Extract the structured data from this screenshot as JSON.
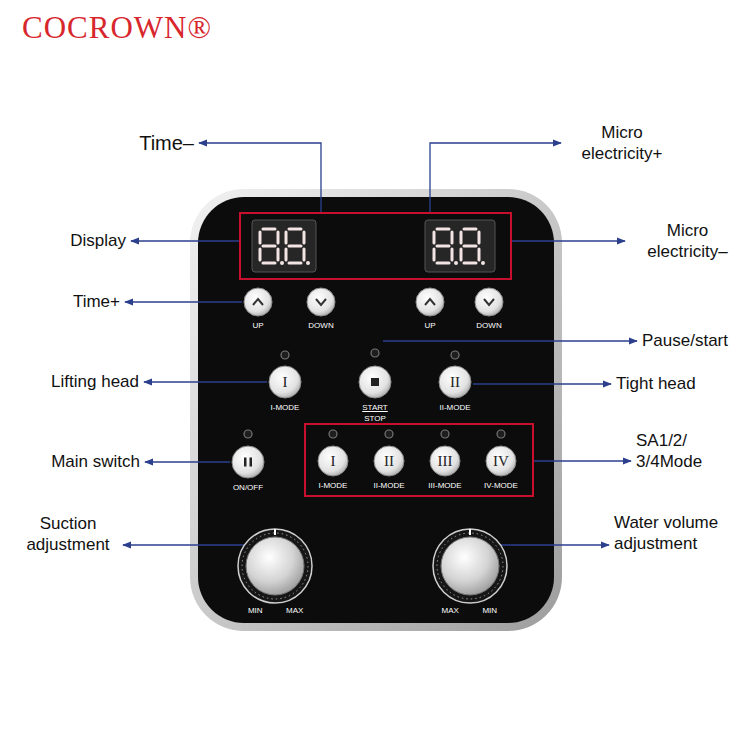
{
  "diagram": {
    "nodes": [
      {
        "text": [
          "UP"
        ]
      },
      {
        "text": [
          "DOWN"
        ]
      },
      {
        "text": [
          "UP"
        ]
      },
      {
        "text": [
          "DOWN"
        ]
      },
      {
        "text": [
          "I",
          "I-MODE"
        ]
      },
      {
        "text": [
          "START",
          "STOP"
        ]
      },
      {
        "text": [
          "II",
          "II-MODE"
        ]
      },
      {
        "text": [
          "ON/OFF"
        ]
      },
      {
        "text": [
          "I",
          "I-MODE"
        ]
      },
      {
        "text": [
          "II",
          "II-MODE"
        ]
      },
      {
        "text": [
          "III",
          "III-MODE"
        ]
      },
      {
        "text": [
          "IV",
          "IV-MODE"
        ]
      },
      {
        "text": [
          "MIN",
          "MAX"
        ]
      },
      {
        "text": [
          "MAX",
          "MIN"
        ]
      }
    ],
    "labels": [
      "COCROWN®",
      "Time–",
      "Micro electricity+",
      "Display",
      "Micro electricity–",
      "Time+",
      "Pause/start",
      "Lifting head",
      "Tight head",
      "Main switch",
      "SA1/2/ 3/4Mode",
      "Suction adjustment",
      "Water volume adjustment"
    ]
  }
}
